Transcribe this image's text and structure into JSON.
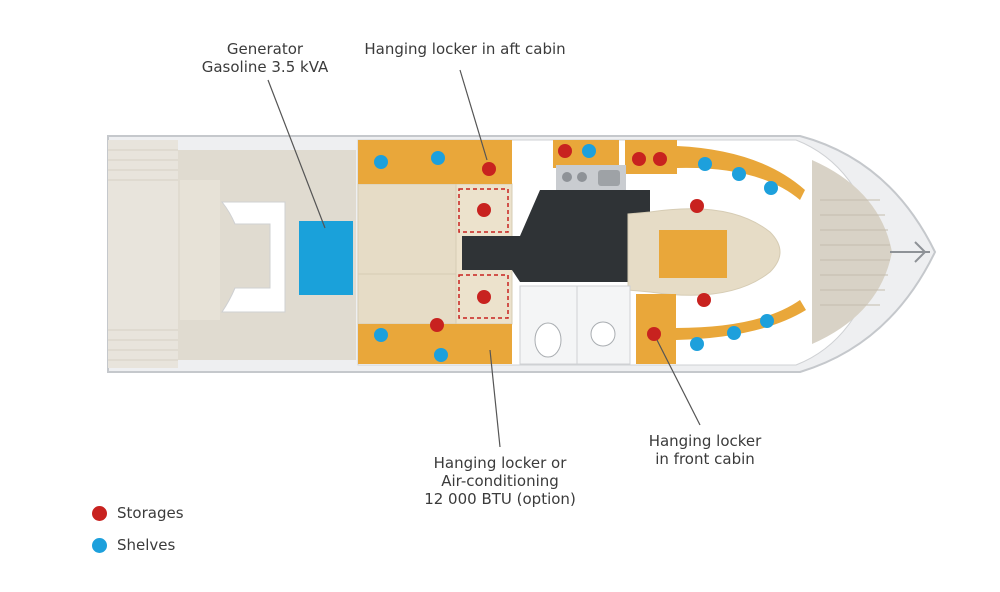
{
  "colors": {
    "storage": "#c8221f",
    "shelf": "#1da0dc",
    "locker": "#e9a73a",
    "generator": "#1aa1da",
    "floor": "#2f3336",
    "bed": "#e6dcc6",
    "hull": "#e9eaec",
    "deck": "#d8d2c6"
  },
  "annotations": {
    "generator": {
      "line1": "Generator",
      "line2": "Gasoline 3.5 kVA"
    },
    "aft_locker": {
      "line1": "Hanging locker in aft cabin"
    },
    "aircon": {
      "line1": "Hanging locker or",
      "line2": "Air-conditioning",
      "line3": "12 000 BTU (option)"
    },
    "front_locker": {
      "line1": "Hanging locker",
      "line2": "in front cabin"
    }
  },
  "legend": {
    "storages": {
      "label": "Storages",
      "icon": "red-dot-icon"
    },
    "shelves": {
      "label": "Shelves",
      "icon": "blue-dot-icon"
    }
  },
  "markers": {
    "storages": [
      [
        489,
        169
      ],
      [
        484,
        210
      ],
      [
        484,
        297
      ],
      [
        437,
        325
      ],
      [
        565,
        151
      ],
      [
        639,
        159
      ],
      [
        660,
        159
      ],
      [
        697,
        206
      ],
      [
        704,
        300
      ],
      [
        654,
        334
      ]
    ],
    "shelves": [
      [
        381,
        162
      ],
      [
        438,
        158
      ],
      [
        589,
        151
      ],
      [
        705,
        164
      ],
      [
        739,
        174
      ],
      [
        771,
        188
      ],
      [
        381,
        335
      ],
      [
        441,
        355
      ],
      [
        697,
        344
      ],
      [
        734,
        333
      ],
      [
        767,
        321
      ]
    ]
  }
}
